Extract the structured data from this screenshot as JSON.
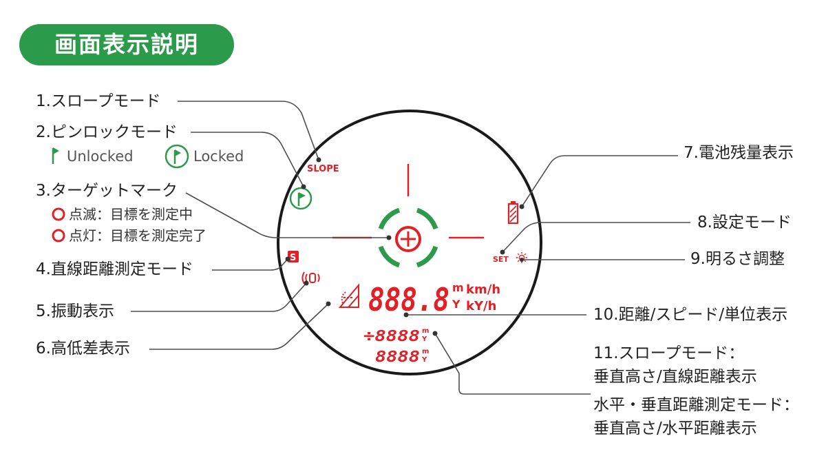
{
  "header": {
    "title": "画面表示説明"
  },
  "labels": {
    "item1": "1.スロープモード",
    "item2": "2.ピンロックモード",
    "item2_unlocked": "Unlocked",
    "item2_locked": "Locked",
    "item3": "3.ターゲットマーク",
    "item3_blinking": "点滅：目標を測定中",
    "item3_lit": "点灯：目標を測定完了",
    "item4": "4.直線距離測定モード",
    "item5": "5.振動表示",
    "item6": "6.高低差表示",
    "item7": "7.電池残量表示",
    "item8": "8.設定モード",
    "item9": "9.明るさ調整",
    "item10": "10.距離/スピード/単位表示",
    "item11_line1": "11.スロープモード：",
    "item11_line2": "垂直高さ/直線距離表示",
    "item11_line3": "水平・垂直距離測定モード：",
    "item11_line4": "垂直高さ/水平距離表示"
  },
  "display": {
    "slope": "SLOPE",
    "set": "SET",
    "straight_mode": "S",
    "main_value": "888.8",
    "unit_m": "m",
    "unit_yard": "Y",
    "unit_kmh": "km/h",
    "unit_kyh": "kY/h",
    "sub_value_1": "÷8888",
    "sub_value_2": "8888"
  },
  "icons": {
    "pin_unlocked": "flag-icon",
    "pin_locked": "pin-lock-icon",
    "target_status": "target-ring-icon",
    "battery": "battery-icon",
    "brightness": "sun-icon",
    "vibration": "vibration-icon",
    "elevation": "elevation-triangle-icon",
    "target": "target-crosshair-icon"
  },
  "colors": {
    "accent_green": "#2c9a4b",
    "display_red": "#e31e24",
    "text": "#222222",
    "leader_line": "#4d4d4d",
    "lens_ring": "#1a1a1a"
  }
}
